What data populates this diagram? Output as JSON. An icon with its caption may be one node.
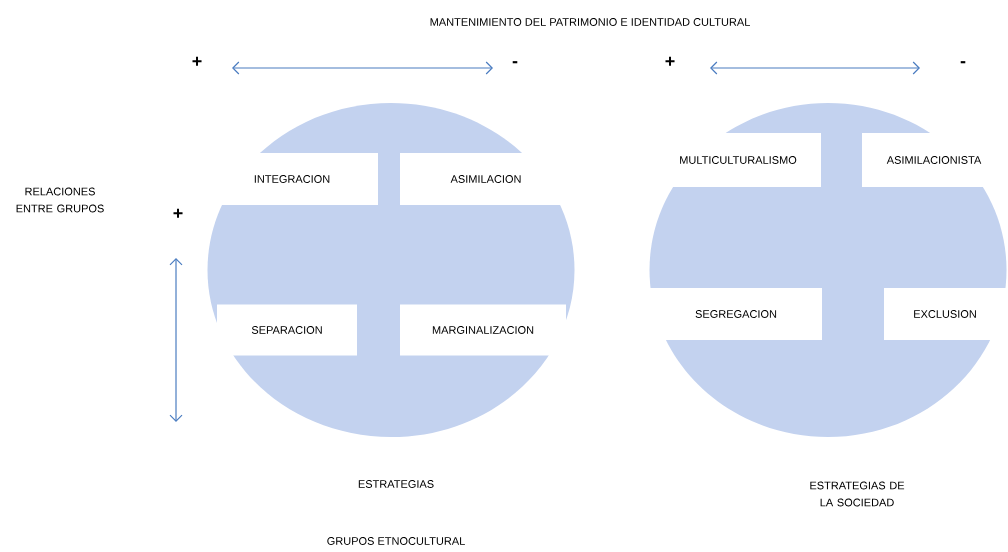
{
  "diagram": {
    "title": "MANTENIMIENTO DEL PATRIMONIO E IDENTIDAD CULTURAL",
    "nodes": [
      {
        "text": [],
        "shape": "circle"
      },
      {
        "text": [
          "INTEGRACION"
        ],
        "in": 0
      },
      {
        "text": [
          "ASIMILACION"
        ],
        "in": 0
      },
      {
        "text": [
          "SEPARACION"
        ],
        "in": 0
      },
      {
        "text": [
          "MARGINALIZACION"
        ],
        "in": 0
      },
      {
        "text": [],
        "shape": "circle"
      },
      {
        "text": [
          "MULTICULTURALISMO"
        ],
        "in": 5
      },
      {
        "text": [
          "ASIMILACIONISTA"
        ],
        "in": 5
      },
      {
        "text": [
          "SEGREGACION"
        ],
        "in": 5
      },
      {
        "text": [
          "EXCLUSION"
        ],
        "in": 5
      }
    ],
    "edges": [],
    "labels": [
      "+",
      "-",
      "+",
      "-",
      "RELACIONES ENTRE GRUPOS",
      "+",
      "ESTRATEGIAS",
      "ESTRATEGIAS DE LA SOCIEDAD",
      "GRUPOS ETNOCULTURAL"
    ]
  }
}
